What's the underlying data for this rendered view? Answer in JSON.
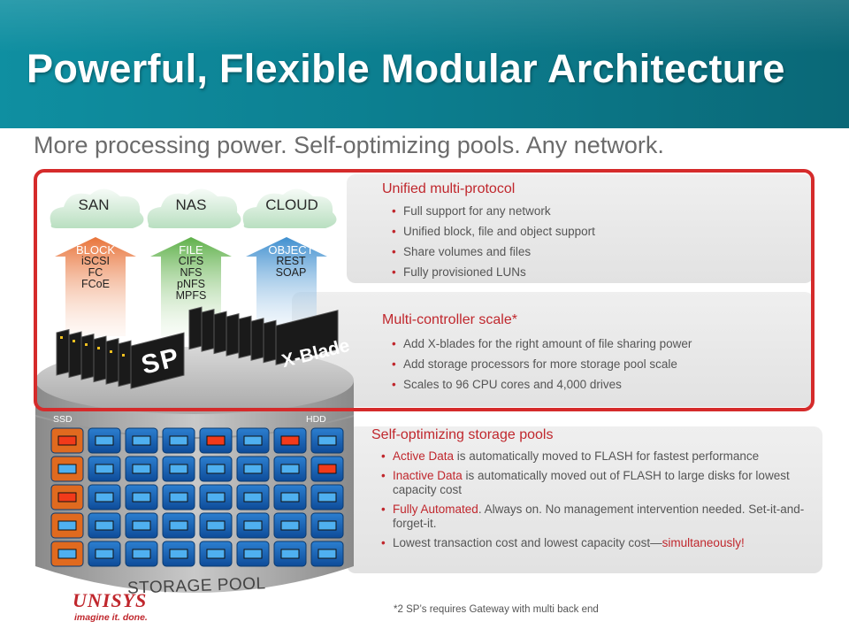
{
  "header": {
    "title": "Powerful, Flexible Modular Architecture",
    "subtitle": "More processing power. Self-optimizing pools. Any network."
  },
  "protocols": {
    "clouds": [
      "SAN",
      "NAS",
      "CLOUD"
    ],
    "arrows": [
      {
        "head": "BLOCK",
        "items": "iSCSI\nFC\nFCoE"
      },
      {
        "head": "FILE",
        "items": "CIFS\nNFS\npNFS\nMPFS"
      },
      {
        "head": "OBJECT",
        "items": "REST\nSOAP"
      }
    ]
  },
  "hardware": {
    "sp_label": "SP",
    "xblade_label": "X-Blade",
    "ssd_label": "SSD",
    "hdd_label": "HDD",
    "pool_label": "STORAGE POOL"
  },
  "sections": {
    "unified": {
      "title": "Unified multi-protocol",
      "bullets": [
        "Full support for any network",
        "Unified block, file and object support",
        "Share volumes and files",
        "Fully provisioned LUNs"
      ]
    },
    "multi": {
      "title": "Multi-controller scale*",
      "bullets": [
        "Add X-blades for the right amount of file sharing power",
        "Add storage processors for more storage pool scale",
        "Scales to 96 CPU cores and 4,000 drives"
      ]
    },
    "selfopt": {
      "title": "Self-optimizing storage pools",
      "b1_red": "Active Data",
      "b1_rest": " is automatically moved to FLASH for fastest performance",
      "b2_red": "Inactive Data",
      "b2_rest": " is automatically moved out of FLASH to large disks for lowest capacity cost",
      "b3_red": "Fully Automated",
      "b3_rest": ". Always on. No management intervention needed. Set-it-and-forget-it.",
      "b4_rest": "Lowest transaction cost and lowest capacity cost—",
      "b4_red": "simultaneously!"
    }
  },
  "footnote": "*2 SP’s requires Gateway with multi back end",
  "logo": {
    "name": "UNISYS",
    "tagline": "imagine it. done."
  },
  "colors": {
    "accent_red": "#c0272d",
    "banner_teal": "#0c7d8e",
    "frame_red": "#d52b2b"
  }
}
